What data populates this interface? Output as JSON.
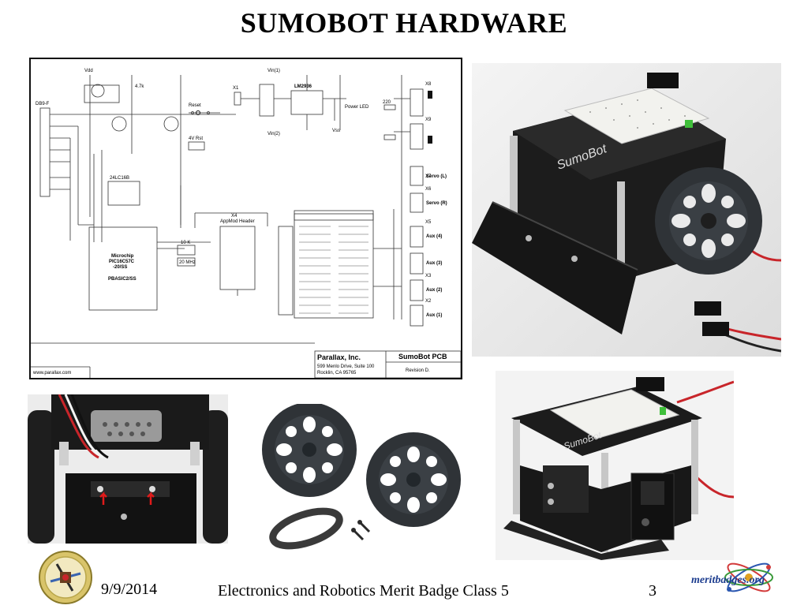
{
  "slide": {
    "title": "SUMOBOT HARDWARE",
    "footer": {
      "date": "9/9/2014",
      "center": "Electronics and Robotics Merit Badge Class 5",
      "page": "3"
    }
  },
  "schematic": {
    "connector": "DB9-F",
    "x1": "X1",
    "regulator": "LM2936",
    "power_led": "Power LED",
    "reset": "Reset",
    "brownout": "4V Rst",
    "eeprom": "24LC16B",
    "mcu_line1": "Microchip",
    "mcu_line2": "PIC16C57C",
    "mcu_line3": "-20/SS",
    "mcu_line4": "PBASIC2/SS",
    "appmod": "X4",
    "appmod_sub": "AppMod Header",
    "resistor1": "4.7k",
    "resistor2": "220",
    "osc": "20 MHz",
    "res10k": "10 K",
    "vdd": "Vdd",
    "vss": "Vss",
    "vin1": "Vin(1)",
    "vin2": "Vin(2)",
    "servo_l": "Servo (L)",
    "servo_r": "Servo (R)",
    "aux4": "Aux (4)",
    "aux3": "Aux (3)",
    "aux2": "Aux (2)",
    "aux1": "Aux (1)",
    "x2": "X2",
    "x3": "X3",
    "x5": "X5",
    "x6": "X6",
    "x7": "X7",
    "x8": "X8",
    "x9": "X9",
    "company": "Parallax, Inc.",
    "address1": "599 Menlo Drive, Suite 100",
    "address2": "Rocklin, CA  95765",
    "board": "SumoBot PCB",
    "revision": "Revision D.",
    "website": "www.parallax.com"
  },
  "photos": {
    "robot_brand": "SumoBot",
    "right_logo_text": "meritbadges.org"
  },
  "colors": {
    "background": "#ffffff",
    "pcb": "#1c1c1c",
    "wheel": "#2f3337",
    "breadboard": "#f2f2ee",
    "cable_red": "#c8252a",
    "led_green": "#3fbf3a"
  }
}
